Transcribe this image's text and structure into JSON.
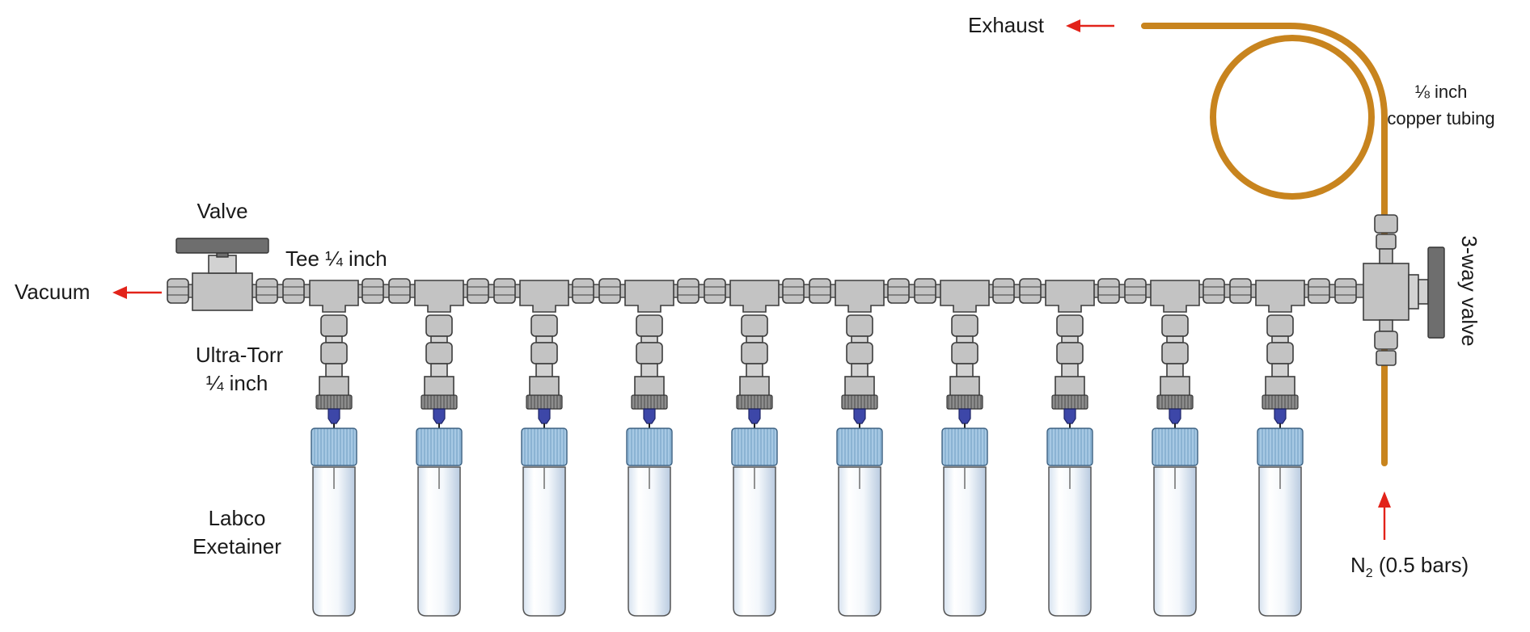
{
  "labels": {
    "exhaust": "Exhaust",
    "copper_line1": "⅛ inch",
    "copper_line2": "copper tubing",
    "valve": "Valve",
    "vacuum": "Vacuum",
    "tee": "Tee ¼ inch",
    "ultratorr_line1": "Ultra-Torr",
    "ultratorr_line2": "¼ inch",
    "labco_line1": "Labco",
    "labco_line2": "Exetainer",
    "three_way": "3-way valve",
    "n2_prefix": "N",
    "n2_sub": "2",
    "n2_suffix": " (0.5 bars)"
  },
  "vial_count": 10,
  "colors": {
    "arrow": "#e2231a",
    "copper": "#c8841e",
    "metal": "#c3c3c3",
    "septum": "#9fc4e0",
    "needle": "#3d47a8"
  }
}
